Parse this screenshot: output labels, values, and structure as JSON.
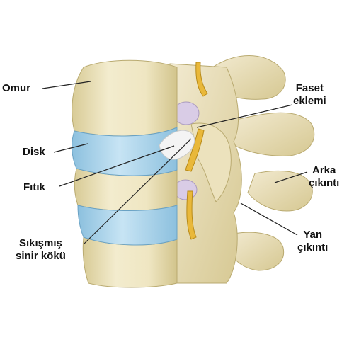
{
  "labels": {
    "omur": "Omur",
    "disk": "Disk",
    "fitik": "Fıtık",
    "sikismis": [
      "Sıkışmış",
      "sinir kökü"
    ],
    "faset": [
      "Faset",
      "eklemi"
    ],
    "arka": [
      "Arka",
      "çıkıntı"
    ],
    "yan": [
      "Yan",
      "çıkıntı"
    ]
  },
  "colors": {
    "bone": "#efe6c2",
    "bone_shadow": "#d4c690",
    "disk": "#a9d4ec",
    "disk_dark": "#7fb6d6",
    "nerve": "#e9b83a",
    "herniation": "#f4f4f4",
    "facet": "#d9cce6",
    "leader": "#222222"
  }
}
